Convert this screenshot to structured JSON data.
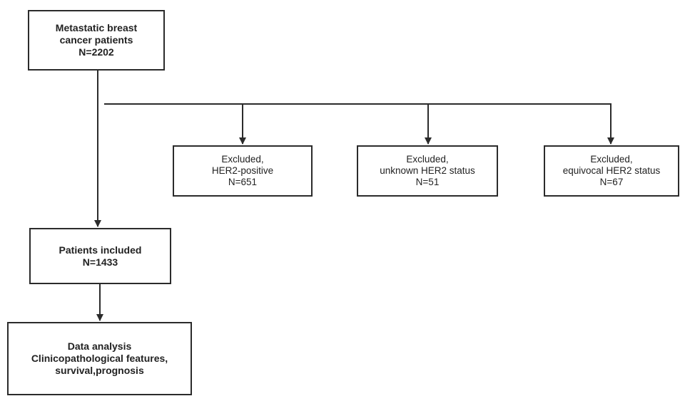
{
  "start": {
    "lines": [
      "Metastatic breast",
      "cancer patients",
      "N=2202"
    ]
  },
  "exclusions": [
    {
      "lines": [
        "Excluded,",
        "HER2-positive",
        "N=651"
      ]
    },
    {
      "lines": [
        "Excluded,",
        "unknown HER2 status",
        "N=51"
      ]
    },
    {
      "lines": [
        "Excluded,",
        "equivocal HER2 status",
        "N=67"
      ]
    }
  ],
  "included": {
    "lines": [
      "Patients included",
      "N=1433"
    ]
  },
  "analysis": {
    "lines": [
      "Data analysis",
      "Clinicopathological features,",
      "survival,prognosis"
    ]
  },
  "colors": {
    "line": "#2b2b2b",
    "border": "#2b2b2b"
  }
}
